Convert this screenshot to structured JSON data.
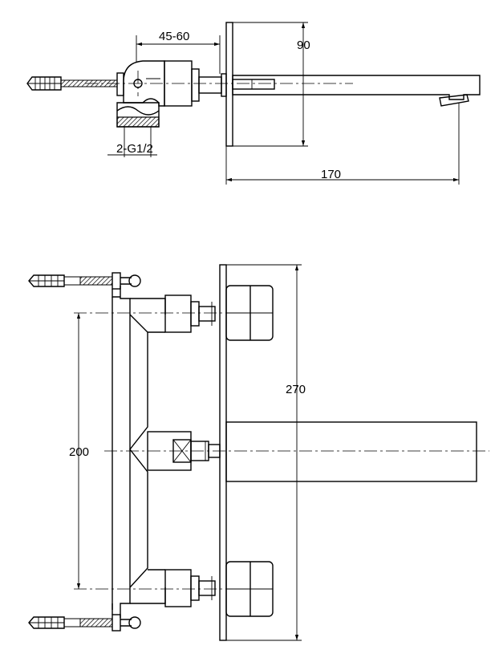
{
  "drawing": {
    "side_view": {
      "dim_projection": "45-60",
      "dim_height": "90",
      "dim_spout_length": "170",
      "dim_thread": "2-G1/2"
    },
    "front_view": {
      "dim_overall_height": "270",
      "dim_inlet_spacing": "200"
    }
  }
}
